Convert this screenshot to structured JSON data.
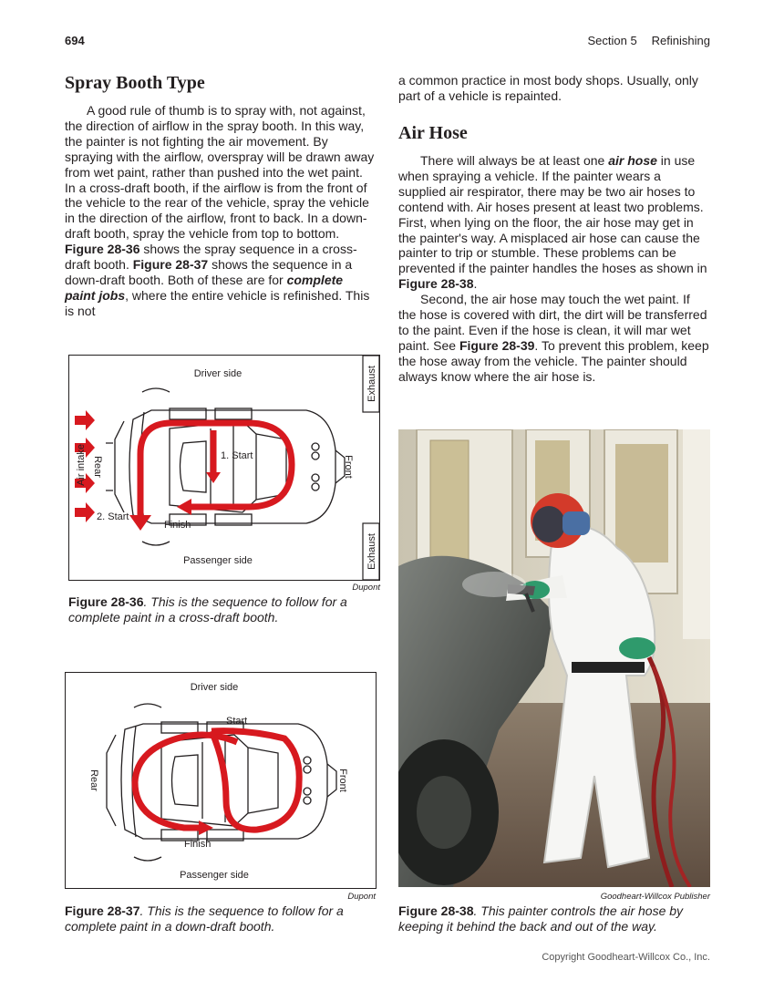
{
  "header": {
    "page_number": "694",
    "section": "Section 5",
    "chapter": "Refinishing"
  },
  "left_column": {
    "heading": "Spray Booth Type",
    "p1_a": "A good rule of thumb is to spray with, not against, the direction of airflow in the spray booth. In this way, the painter is not fighting the air movement. By spraying with the airflow, overspray will be drawn away from wet paint, rather than pushed into the wet paint. In a cross-draft booth, if the airflow is from the front of the vehicle to the rear of the vehicle, spray the vehicle in the direction of the airflow, front to back. In a down-draft booth, spray the vehicle from top to bottom. ",
    "p1_fig1": "Figure 28-36",
    "p1_b": " shows the spray sequence in a cross-draft booth. ",
    "p1_fig2": "Figure 28-37",
    "p1_c": " shows the sequence in a down-draft booth. Both of these are for ",
    "p1_term": "complete paint jobs",
    "p1_d": ", where the entire vehicle is refinished. This is not"
  },
  "right_column": {
    "continued": "a common practice in most body shops. Usually, only part of a vehicle is repainted.",
    "heading": "Air Hose",
    "p1_a": "There will always be at least one ",
    "p1_term": "air hose",
    "p1_b": " in use when spraying a vehicle. If the painter wears a supplied air respirator, there may be two air hoses to contend with. Air hoses present at least two problems. First, when lying on the floor, the air hose may get in the painter's way. A misplaced air hose can cause the painter to trip or stumble. These problems can be prevented if the painter handles the hoses as shown in ",
    "p1_fig": "Figure 28-38",
    "p1_c": ".",
    "p2_a": "Second, the air hose may touch the wet paint. If the hose is covered with dirt, the dirt will be transferred to the paint. Even if the hose is clean, it will mar wet paint. See ",
    "p2_fig": "Figure 28-39",
    "p2_b": ". To prevent this problem, keep the hose away from the vehicle. The painter should always know where the air hose is."
  },
  "figure_36": {
    "driver_side": "Driver side",
    "passenger_side": "Passenger side",
    "exhaust_top": "Exhaust",
    "exhaust_bottom": "Exhaust",
    "air_intake": "Air intake",
    "rear": "Rear",
    "front": "Front",
    "start1": "1. Start",
    "start2": "2. Start",
    "finish": "Finish",
    "credit": "Dupont",
    "caption_label": "Figure 28-36",
    "caption_text": ". This is the sequence to follow for a complete paint in a cross-draft booth."
  },
  "figure_37": {
    "driver_side": "Driver side",
    "passenger_side": "Passenger side",
    "rear": "Rear",
    "front": "Front",
    "start": "Start",
    "finish": "Finish",
    "credit": "Dupont",
    "caption_label": "Figure 28-37",
    "caption_text": ". This is the sequence to follow for a complete paint in a down-draft booth."
  },
  "figure_38": {
    "credit": "Goodheart-Willcox Publisher",
    "caption_label": "Figure 28-38",
    "caption_text": ". This painter controls the air hose by keeping it behind the back and out of the way."
  },
  "footer": {
    "copyright": "Copyright Goodheart-Willcox Co., Inc."
  },
  "colors": {
    "arrow_red": "#d7191f",
    "text": "#231f20"
  }
}
